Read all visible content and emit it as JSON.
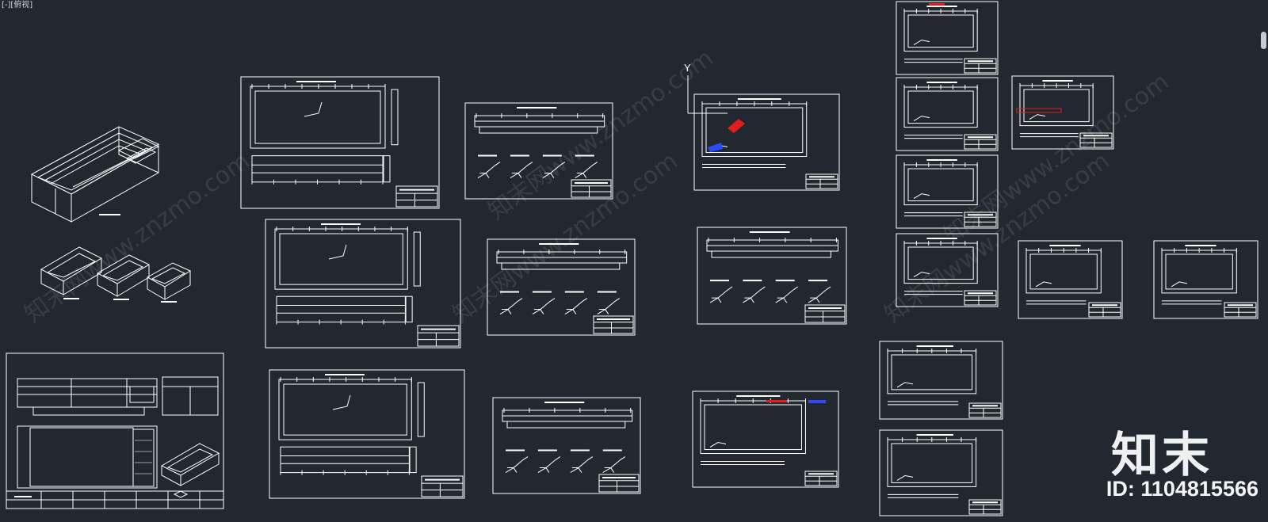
{
  "viewport": {
    "label": "[-][俯视]"
  },
  "ucs": {
    "y_label": "Y"
  },
  "watermarks": [
    "知末网www.znzmo.com",
    "知末网www.znzmo.com",
    "知末网www.znzmo.com",
    "知末网www.znzmo.com",
    "知末网www.znzmo.com"
  ],
  "brand": {
    "logo": "知末",
    "id_text": "ID: 1104815566"
  },
  "colors": {
    "background": "#212830",
    "lines": "#ffffff",
    "red": "#e01e1e",
    "blue": "#2c4bff"
  }
}
